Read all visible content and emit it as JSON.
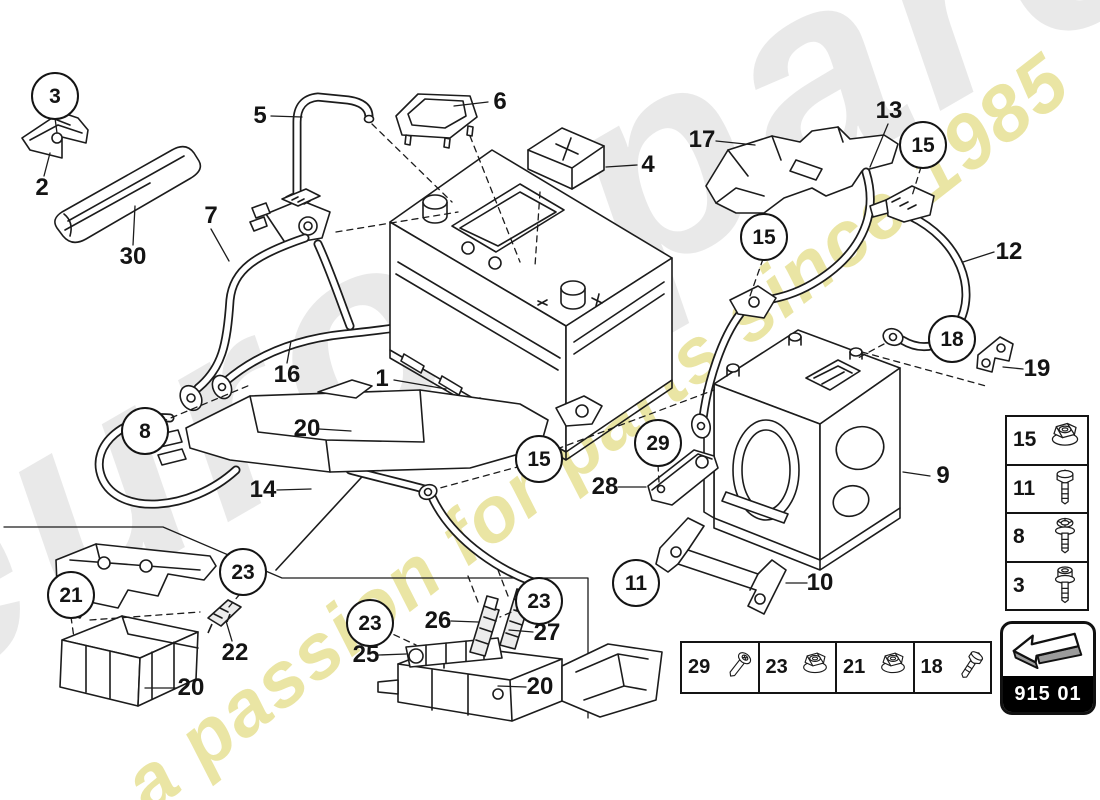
{
  "watermark": {
    "brand": "eurospares",
    "tagline": "a passion for parts since 1985",
    "brand_color": "#e6e6e6",
    "tagline_color": "#e4dd86"
  },
  "page_code": "915 01",
  "line_color": "#1c1c1c",
  "callouts": {
    "plain": [
      {
        "label": "2"
      },
      {
        "label": "30"
      },
      {
        "label": "5"
      },
      {
        "label": "7"
      },
      {
        "label": "16"
      },
      {
        "label": "6"
      },
      {
        "label": "1"
      },
      {
        "label": "4"
      },
      {
        "label": "17"
      },
      {
        "label": "13"
      },
      {
        "label": "12"
      },
      {
        "label": "19"
      },
      {
        "label": "9"
      },
      {
        "label": "10"
      },
      {
        "label": "20"
      },
      {
        "label": "14"
      },
      {
        "label": "28"
      },
      {
        "label": "22"
      },
      {
        "label": "25"
      },
      {
        "label": "26"
      },
      {
        "label": "27"
      },
      {
        "label": "20"
      },
      {
        "label": "20"
      }
    ],
    "circled": [
      {
        "label": "3"
      },
      {
        "label": "8"
      },
      {
        "label": "15"
      },
      {
        "label": "15"
      },
      {
        "label": "15"
      },
      {
        "label": "18"
      },
      {
        "label": "29"
      },
      {
        "label": "11"
      },
      {
        "label": "21"
      },
      {
        "label": "23"
      },
      {
        "label": "23"
      },
      {
        "label": "23"
      }
    ]
  },
  "legend_right": {
    "rows": [
      {
        "ref": "15",
        "icon": "flange-nut"
      },
      {
        "ref": "11",
        "icon": "hex-bolt"
      },
      {
        "ref": "8",
        "icon": "torx-bolt"
      },
      {
        "ref": "3",
        "icon": "socket-bolt"
      }
    ]
  },
  "legend_bottom": {
    "cells": [
      {
        "ref": "29",
        "icon": "pan-screw"
      },
      {
        "ref": "23",
        "icon": "flange-nut"
      },
      {
        "ref": "21",
        "icon": "flange-nut"
      },
      {
        "ref": "18",
        "icon": "hex-bolt-angled"
      }
    ]
  }
}
